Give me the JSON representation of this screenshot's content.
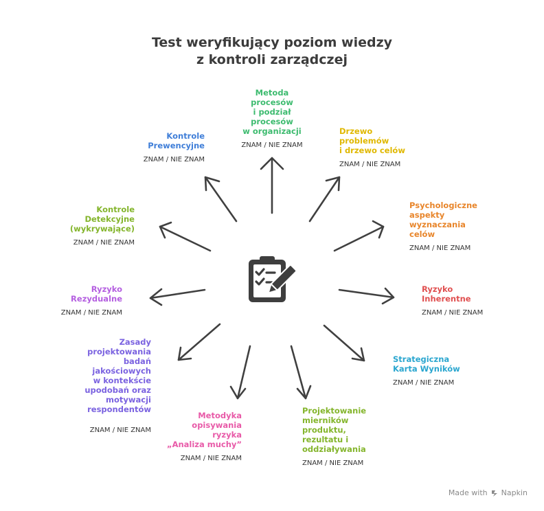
{
  "title": {
    "line1": "Test weryfikujący poziom wiedzy",
    "line2": "z kontroli zarządczej"
  },
  "center_icon": "clipboard-checklist-icon",
  "answer_text": "ZNAM / NIE ZNAM",
  "nodes": [
    {
      "label": "Metoda\nprocesów\ni podział\nprocesów\nw organizacji",
      "color": "#3dbb6f"
    },
    {
      "label": "Drzewo\nproblemów\ni drzewo celów",
      "color": "#e0b800"
    },
    {
      "label": "Psychologiczne\naspekty\nwyznaczania\ncelów",
      "color": "#e8852a"
    },
    {
      "label": "Ryzyko\nInherentne",
      "color": "#e05050"
    },
    {
      "label": "Strategiczna\nKarta Wyników",
      "color": "#2aa6cf"
    },
    {
      "label": "Projektowanie\nmierników\nproduktu,\nrezultatu i\noddziaływania",
      "color": "#84b52c"
    },
    {
      "label": "Metodyka\nopisywania\nryzyka\n„Analiza muchy”",
      "color": "#e85aa8"
    },
    {
      "label": "Zasady\nprojektowania\nbadań\njakościowych\nw kontekście\nupodobań oraz\nmotywacji\nrespondentów",
      "color": "#7a62e0"
    },
    {
      "label": "Ryzyko\nRezydualne",
      "color": "#b45fe0"
    },
    {
      "label": "Kontrole\nDetekcyjne\n(wykrywające)",
      "color": "#84b52c"
    },
    {
      "label": "Kontrole\nPrewencyjne",
      "color": "#3f7ed8"
    }
  ],
  "footer": {
    "made_with": "Made with",
    "brand": "Napkin",
    "brand_icon": "napkin-logo-icon"
  }
}
